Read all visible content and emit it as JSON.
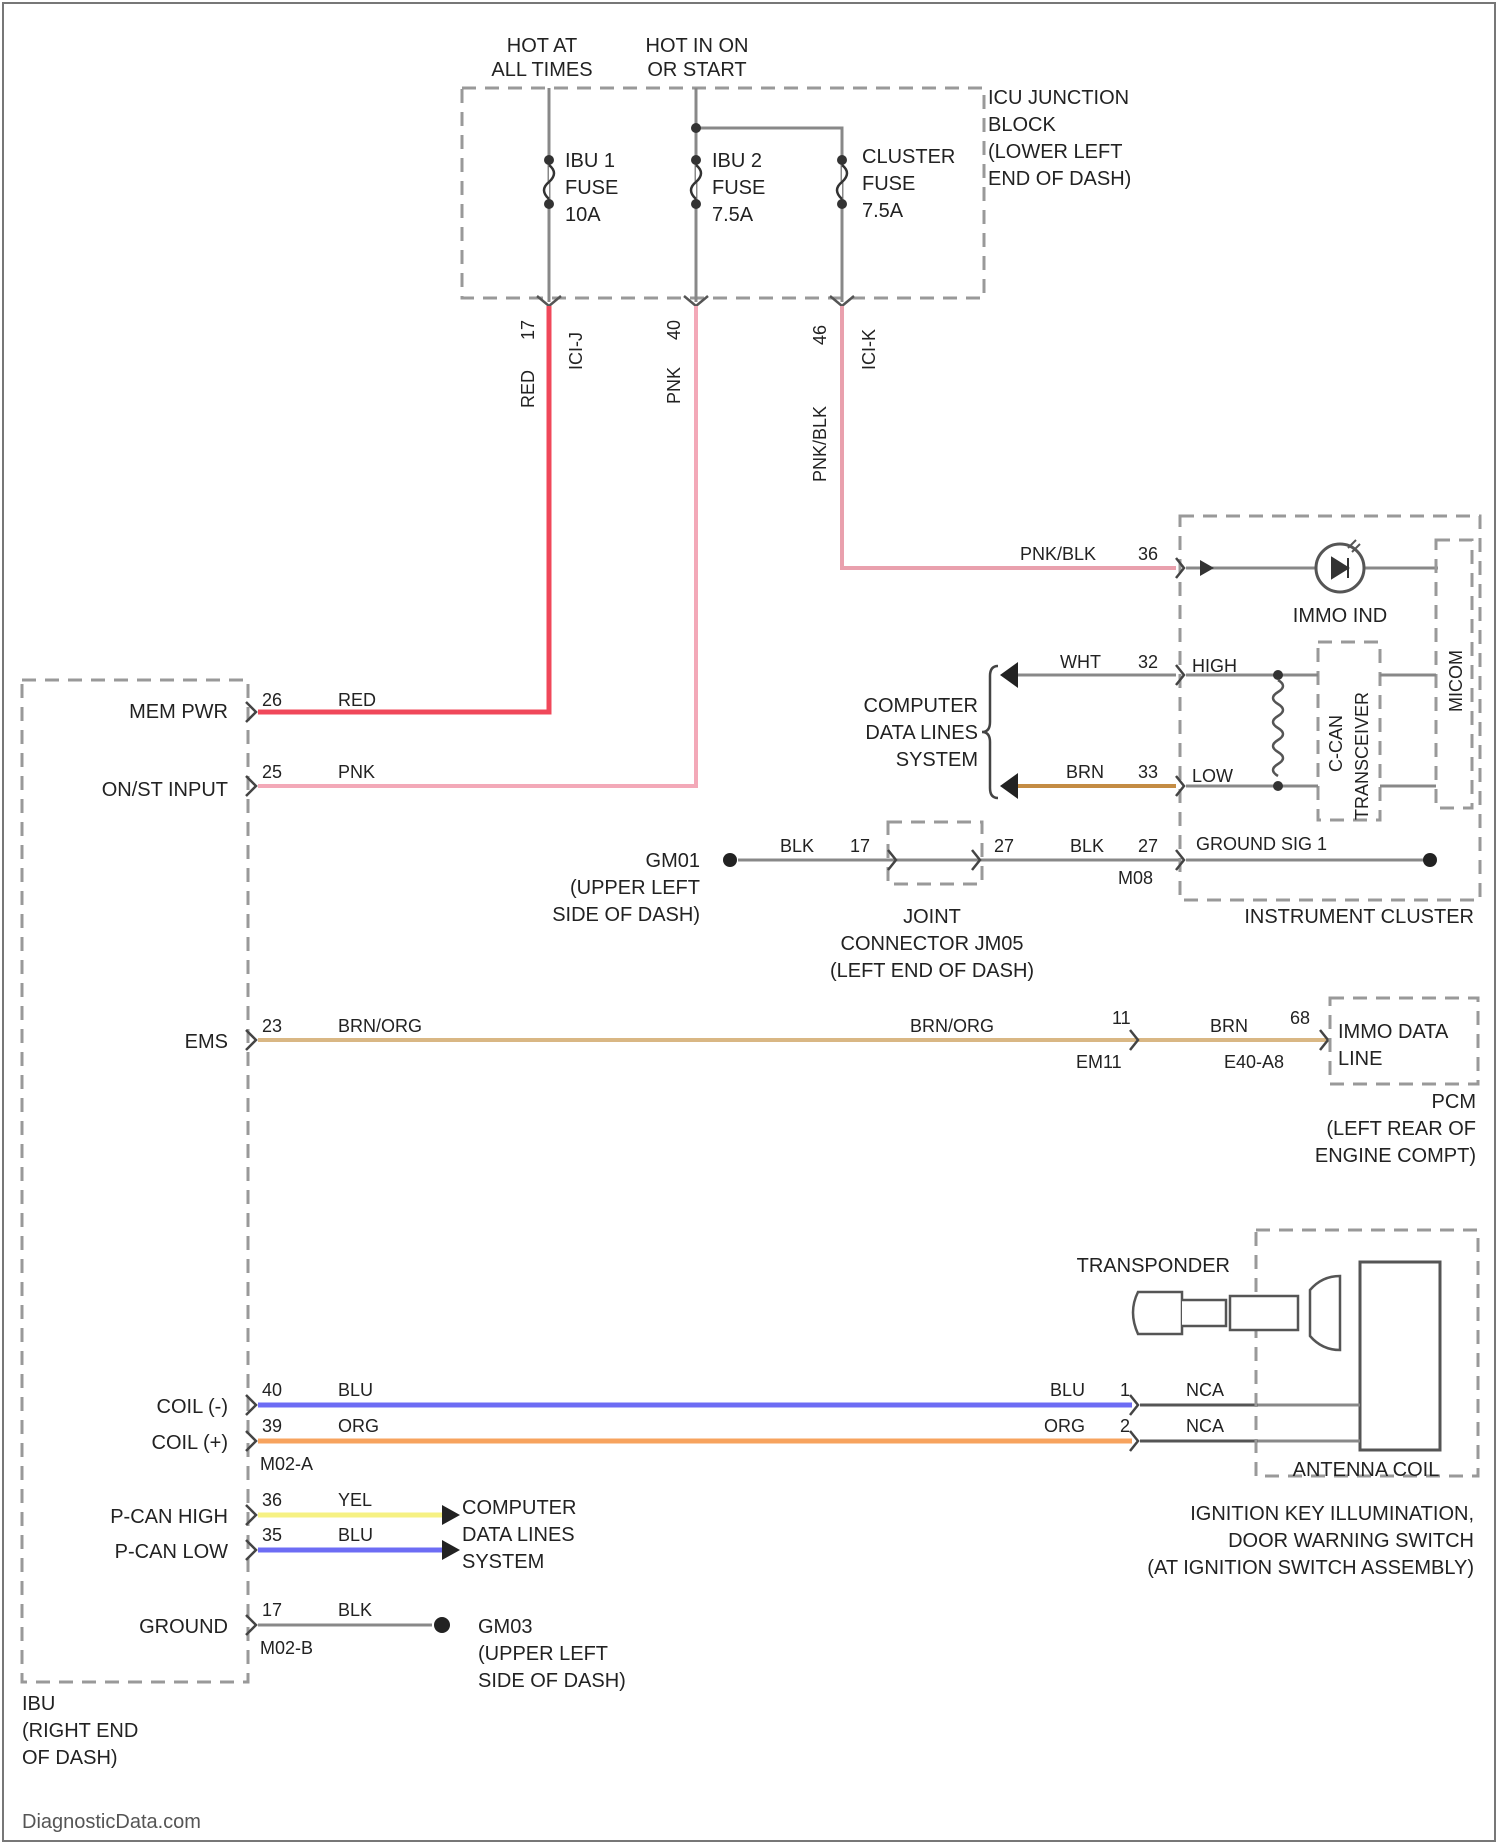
{
  "colors": {
    "red": "#f0485a",
    "pink": "#f3a9b8",
    "pink_blk": "#e9a0ad",
    "brn_org": "#d9b784",
    "brn": "#c48c44",
    "blu": "#6d6cf4",
    "org": "#f7a35e",
    "yel": "#f6f183",
    "nca": "#555555",
    "gray": "#888888",
    "box": "#999999"
  },
  "junction": {
    "hot_all": [
      "HOT AT",
      "ALL TIMES"
    ],
    "hot_run": [
      "HOT IN ON",
      "OR START"
    ],
    "block": [
      "ICU JUNCTION",
      "BLOCK",
      "(LOWER LEFT",
      "END OF DASH)"
    ],
    "fuse1": [
      "IBU 1",
      "FUSE",
      "10A"
    ],
    "fuse2": [
      "IBU 2",
      "FUSE",
      "7.5A"
    ],
    "fuse3": [
      "CLUSTER",
      "FUSE",
      "7.5A"
    ],
    "pins": [
      "17",
      "40",
      "46"
    ],
    "conns": [
      "ICI-J",
      "ICI-K"
    ],
    "wires": [
      "RED",
      "PNK",
      "PNK/BLK"
    ]
  },
  "cluster": {
    "pnkblk": "PNK/BLK",
    "pin_imm": "36",
    "imm_ind": "IMMO IND",
    "wht": "WHT",
    "pin_high": "32",
    "high": "HIGH",
    "brn": "BRN",
    "pin_low": "33",
    "low": "LOW",
    "ccan": [
      "C-CAN",
      "TRANSCEIVER"
    ],
    "micom": "MICOM",
    "cdl": [
      "COMPUTER",
      "DATA LINES",
      "SYSTEM"
    ],
    "gm": [
      "GM01",
      "(UPPER LEFT",
      "SIDE OF DASH)"
    ],
    "blk1": "BLK",
    "p17": "17",
    "p27": "27",
    "blk2": "BLK",
    "p27b": "27",
    "m08": "M08",
    "ground_sig": "GROUND SIG 1",
    "joint": [
      "JOINT",
      "CONNECTOR JM05",
      "(LEFT END OF DASH)"
    ],
    "title": "INSTRUMENT CLUSTER"
  },
  "ibu": {
    "mem_pwr": "MEM PWR",
    "pin26": "26",
    "red": "RED",
    "ign_input": "ON/ST INPUT",
    "pin25": "25",
    "pnk": "PNK",
    "ems": "EMS",
    "pin23": "23",
    "brn_org": "BRN/ORG",
    "coil_minus": "COIL (-)",
    "pin40": "40",
    "blu": "BLU",
    "coil_plus": "COIL (+)",
    "pin39": "39",
    "org": "ORG",
    "m02a": "M02-A",
    "pcan_high": "P-CAN HIGH",
    "pin36": "36",
    "yel": "YEL",
    "pcan_low": "P-CAN LOW",
    "pin35": "35",
    "blu2": "BLU",
    "cdl": [
      "COMPUTER",
      "DATA LINES",
      "SYSTEM"
    ],
    "ground": "GROUND",
    "pin17": "17",
    "blk": "BLK",
    "m02b": "M02-B",
    "gm03": [
      "GM03",
      "(UPPER LEFT",
      "SIDE OF DASH)"
    ],
    "title": [
      "IBU",
      "(RIGHT END",
      "OF DASH)"
    ]
  },
  "pcm": {
    "brn_org": "BRN/ORG",
    "p11": "11",
    "ef": "EM11",
    "brn": "BRN",
    "p68": "68",
    "e": "E40-A8",
    "immo": [
      "IMMO DATA",
      "LINE"
    ],
    "title": [
      "PCM",
      "(LEFT REAR OF",
      "ENGINE COMPT)"
    ]
  },
  "antenna": {
    "transponder": "TRANSPONDER",
    "blu": "BLU",
    "p1": "1",
    "nca1": "NCA",
    "org": "ORG",
    "p2": "2",
    "nca2": "NCA",
    "coil": "ANTENNA COIL",
    "title": [
      "IGNITION KEY ILLUMINATION,",
      "DOOR WARNING SWITCH",
      "(AT IGNITION SWITCH ASSEMBLY)"
    ]
  },
  "watermark": "DiagnosticData.com"
}
